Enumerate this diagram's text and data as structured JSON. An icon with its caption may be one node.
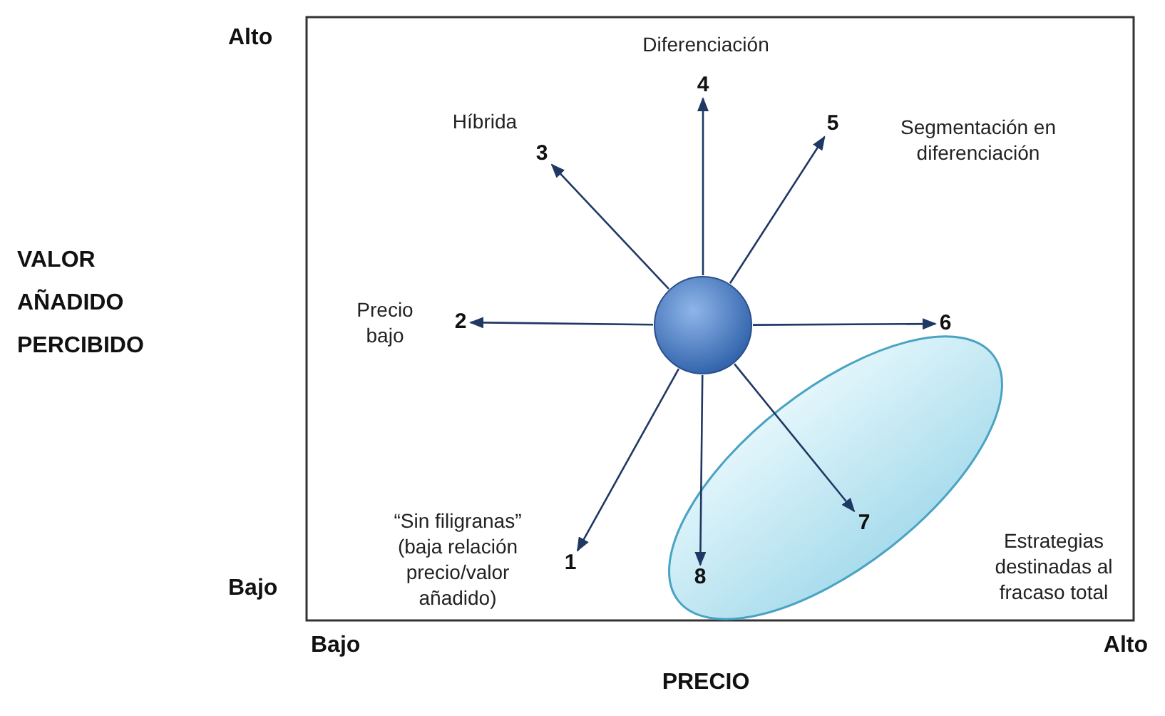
{
  "diagram": {
    "nodes": [
      {
        "text": [],
        "shape": "circle"
      },
      {
        "text": [
          "1"
        ],
        "beside": [
          "“Sin filigranas” (baja relación precio/valor añadido)"
        ]
      },
      {
        "text": [
          "2"
        ],
        "beside": [
          "Precio bajo"
        ]
      },
      {
        "text": [
          "3"
        ],
        "beside": [
          "Híbrida"
        ]
      },
      {
        "text": [
          "4"
        ],
        "beside": [
          "Diferenciación"
        ]
      },
      {
        "text": [
          "5"
        ],
        "beside": [
          "Segmentación en diferenciación"
        ]
      },
      {
        "text": [
          "6"
        ]
      },
      {
        "text": [],
        "shape": "ellipse",
        "beside": [
          "Estrategias destinadas al fracaso total"
        ]
      },
      {
        "text": [
          "7"
        ],
        "in": 7
      },
      {
        "text": [
          "8"
        ],
        "in": 7
      }
    ],
    "edges": [
      {
        "from": 0,
        "to": 1,
        "arrow": "to"
      },
      {
        "from": 0,
        "to": 2,
        "arrow": "to"
      },
      {
        "from": 0,
        "to": 3,
        "arrow": "to"
      },
      {
        "from": 0,
        "to": 4,
        "arrow": "to"
      },
      {
        "from": 0,
        "to": 5,
        "arrow": "to"
      },
      {
        "from": 0,
        "to": 6,
        "arrow": "to"
      },
      {
        "from": 0,
        "to": 8,
        "arrow": "to"
      },
      {
        "from": 0,
        "to": 9,
        "arrow": "to"
      }
    ],
    "labels": [
      "Alto",
      "VALOR AÑADIDO PERCIBIDO",
      "Bajo",
      "Bajo",
      "Alto",
      "PRECIO"
    ]
  }
}
